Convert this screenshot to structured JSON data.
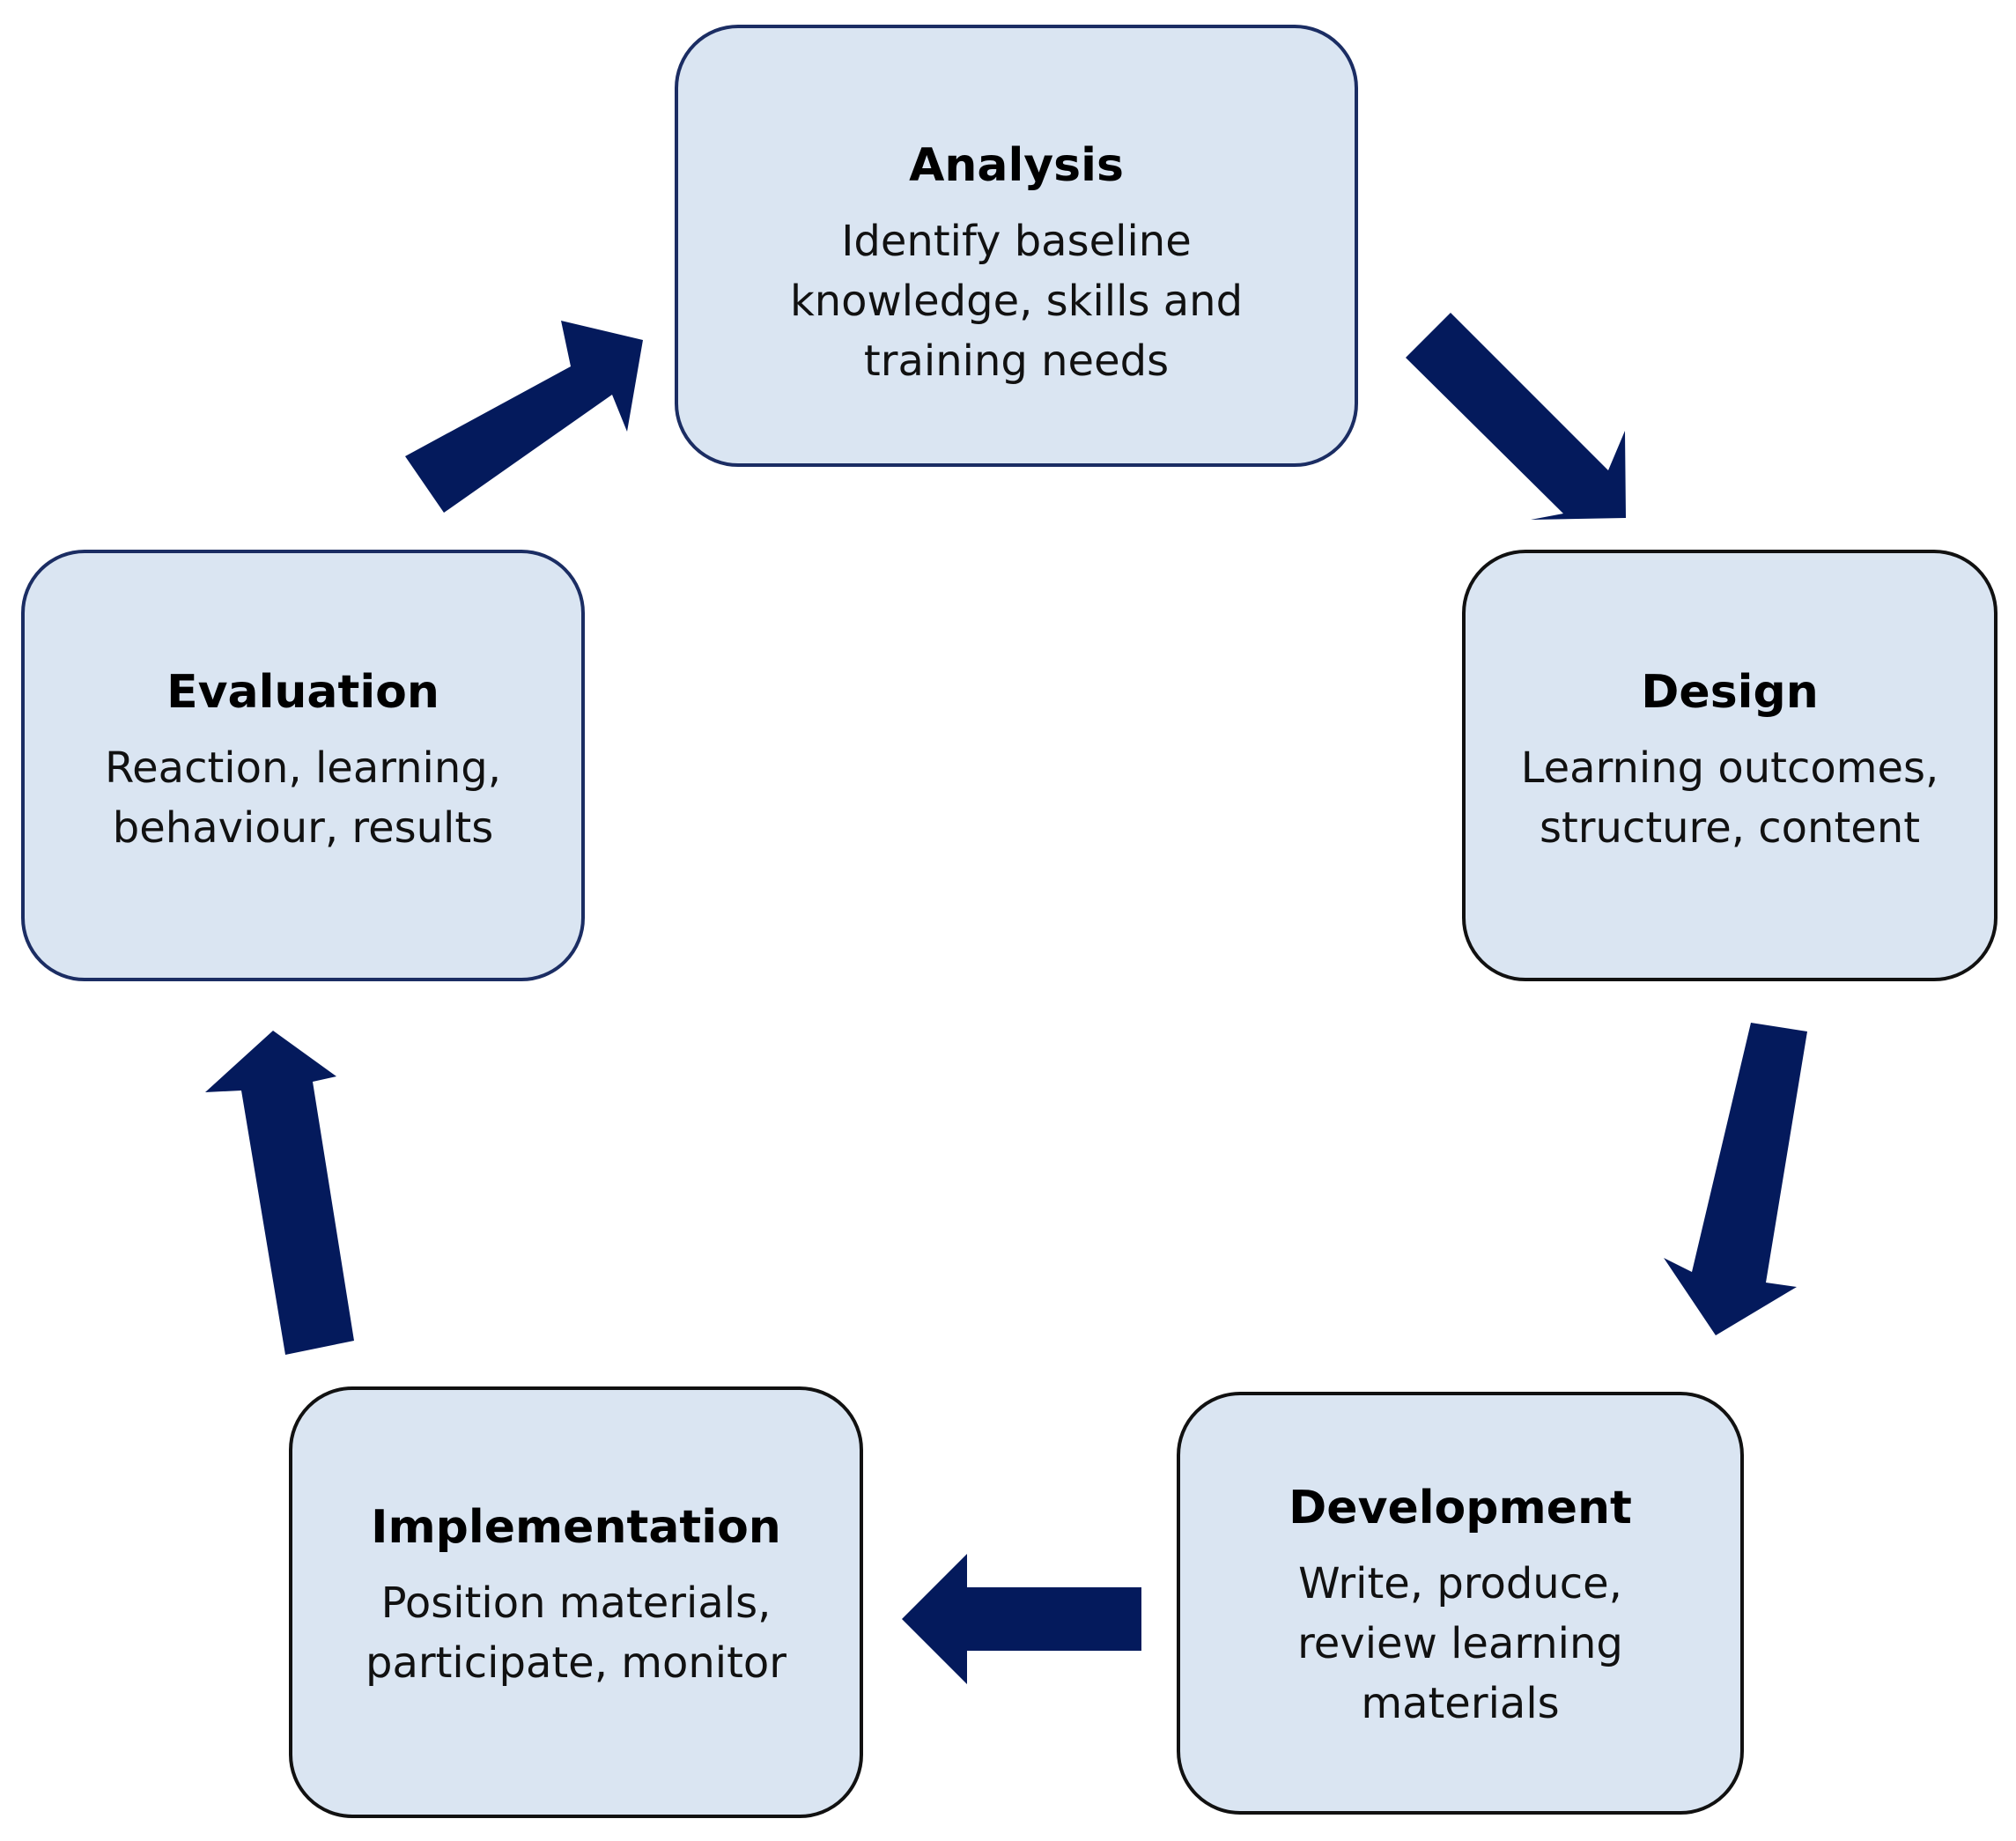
{
  "colors": {
    "box_fill": "#dae5f2",
    "box_border_blue": "#1b2d63",
    "box_border_dark": "#111111",
    "arrow_fill": "#041a5c",
    "text": "#000000"
  },
  "stages": [
    {
      "title": "Analysis",
      "description": "Identify baseline\nknowledge, skills and\ntraining needs"
    },
    {
      "title": "Design",
      "description": "Learning outcomes,\nstructure, content"
    },
    {
      "title": "Development",
      "description": "Write, produce,\nreview learning\nmaterials"
    },
    {
      "title": "Implementation",
      "description": "Position materials,\nparticipate, monitor"
    },
    {
      "title": "Evaluation",
      "description": "Reaction, learning,\nbehaviour, results"
    }
  ],
  "arrows": [
    {
      "from": "Analysis",
      "to": "Design"
    },
    {
      "from": "Design",
      "to": "Development"
    },
    {
      "from": "Development",
      "to": "Implementation"
    },
    {
      "from": "Implementation",
      "to": "Evaluation"
    },
    {
      "from": "Evaluation",
      "to": "Analysis"
    }
  ]
}
